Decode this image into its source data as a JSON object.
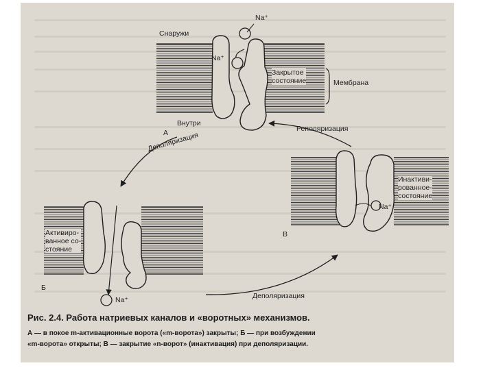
{
  "figure": {
    "panel_a": {
      "letter": "А",
      "outside": "Снаружи",
      "inside": "Внутри",
      "ion_top": "Na⁺",
      "ion_gate": "Na⁺",
      "state": "Закрытое\nсостояние",
      "membrane": "Мембрана"
    },
    "panel_b": {
      "letter": "Б",
      "state": "Активиро-\nванное со-\nстояние",
      "ion": "Na⁺"
    },
    "panel_v": {
      "letter": "В",
      "state": "Инактиви-\nрованное-\nсостояние",
      "ion": "Na⁺"
    },
    "arrows": {
      "a_to_b": "Деполяризация",
      "v_to_a": "Реполяризация",
      "b_to_v": "Деполяризация"
    }
  },
  "caption": {
    "title": "Рис. 2.4. Работа натриевых каналов и «воротных» механизмов.",
    "text": "А — в покое m-активационные ворота («m-ворота») закрыты; Б — при возбуждении\n«m-ворота» открыты; В — закрытие «n-ворот» (инактивация) при деполяризации."
  }
}
